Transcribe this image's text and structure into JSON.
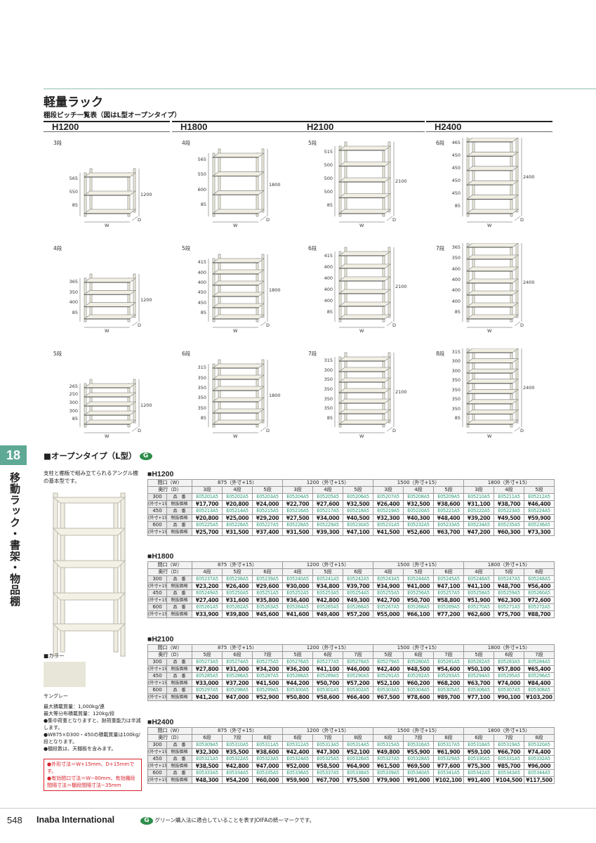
{
  "header": {
    "title": "軽量ラック",
    "subtitle": "棚段ピッチ一覧表（図はL型オープンタイプ）",
    "heights": [
      "H1200",
      "H1800",
      "H2100",
      "H2400"
    ]
  },
  "diagrams": [
    {
      "count": "3段",
      "height": "1200",
      "pitches": [
        "565",
        "550",
        "85"
      ]
    },
    {
      "count": "4段",
      "height": "1800",
      "pitches": [
        "565",
        "550",
        "600",
        "85"
      ]
    },
    {
      "count": "5段",
      "height": "2100",
      "pitches": [
        "515",
        "500",
        "500",
        "500",
        "85"
      ]
    },
    {
      "count": "6段",
      "height": "2400",
      "pitches": [
        "465",
        "450",
        "450",
        "450",
        "450",
        "85"
      ]
    },
    {
      "count": "4段",
      "height": "1200",
      "pitches": [
        "365",
        "350",
        "400",
        "85"
      ]
    },
    {
      "count": "5段",
      "height": "1800",
      "pitches": [
        "415",
        "400",
        "400",
        "450",
        "450",
        "85"
      ]
    },
    {
      "count": "6段",
      "height": "2100",
      "pitches": [
        "415",
        "400",
        "400",
        "400",
        "400",
        "85"
      ]
    },
    {
      "count": "7段",
      "height": "2400",
      "pitches": [
        "365",
        "350",
        "400",
        "400",
        "400",
        "400",
        "85"
      ]
    },
    {
      "count": "5段",
      "height": "1200",
      "pitches": [
        "265",
        "250",
        "300",
        "300",
        "85"
      ]
    },
    {
      "count": "6段",
      "height": "1800",
      "pitches": [
        "315",
        "350",
        "350",
        "350",
        "350",
        "85"
      ]
    },
    {
      "count": "7段",
      "height": "2100",
      "pitches": [
        "315",
        "300",
        "350",
        "350",
        "350",
        "350",
        "85"
      ]
    },
    {
      "count": "8段",
      "height": "2400",
      "pitches": [
        "315",
        "300",
        "300",
        "350",
        "350",
        "350",
        "350",
        "85"
      ]
    }
  ],
  "dim_labels": {
    "w": "W",
    "d": "D"
  },
  "side": {
    "number": "18",
    "label": "移動ラック・書架・物品棚"
  },
  "section": {
    "title": "■オープンタイプ（L型）",
    "g_mark": "G"
  },
  "intro": "支柱と棚板で組み立てられるアングル棚の基本型です。",
  "color": {
    "label": "■カラー",
    "name": "サングレー"
  },
  "specs": [
    "最大積載質量：1,000kg/連",
    "最大等分布積載質量：120kg/段",
    "●集中荷重となりますと、耐荷重能力は半減します。",
    "●W875×D300・450の積載質量は100kg/段となります。",
    "●棚段数は、天棚板を含みます。"
  ],
  "notes": [
    "●外形寸法＝W+15mm、D+15mmです。",
    "●有効間口寸法＝W−80mm、有効棚段間隔寸法＝棚段間隔寸法−35mm"
  ],
  "tables": [
    {
      "title": "■H1200",
      "widths": [
        "875（外寸+15）",
        "1200（外寸+15）",
        "1500（外寸+15）",
        "1800（外寸+15）"
      ],
      "tiers": [
        "3段",
        "4段",
        "5段"
      ],
      "rows": [
        {
          "depth": "300",
          "codes": [
            "E05201A5",
            "E05202A5",
            "E05203A5",
            "E05204A5",
            "E05205A5",
            "E05206A5",
            "E05207A5",
            "E05208A5",
            "E05209A5",
            "E05210A5",
            "E05211A5",
            "E05212A5"
          ],
          "prices": [
            "¥17,700",
            "¥20,800",
            "¥24,000",
            "¥22,700",
            "¥27,600",
            "¥32,500",
            "¥26,400",
            "¥32,500",
            "¥38,600",
            "¥31,100",
            "¥38,700",
            "¥46,400"
          ]
        },
        {
          "depth": "450",
          "codes": [
            "E05213A5",
            "E05214A5",
            "E05215A5",
            "E05216A5",
            "E05217A5",
            "E05218A5",
            "E05219A5",
            "E05220A5",
            "E05221A5",
            "E05222A5",
            "E05223A5",
            "E05224A5"
          ],
          "prices": [
            "¥20,800",
            "¥25,000",
            "¥29,200",
            "¥27,500",
            "¥34,000",
            "¥40,500",
            "¥32,300",
            "¥40,300",
            "¥48,400",
            "¥39,200",
            "¥49,500",
            "¥59,900"
          ]
        },
        {
          "depth": "600",
          "codes": [
            "E05225A5",
            "E05226A5",
            "E05227A5",
            "E05228A5",
            "E05229A5",
            "E05230A5",
            "E05231A5",
            "E05232A5",
            "E05233A5",
            "E05234A5",
            "E05235A5",
            "E05236A5"
          ],
          "prices": [
            "¥25,700",
            "¥31,500",
            "¥37,400",
            "¥31,500",
            "¥39,300",
            "¥47,100",
            "¥41,500",
            "¥52,600",
            "¥63,700",
            "¥47,200",
            "¥60,300",
            "¥73,300"
          ]
        }
      ]
    },
    {
      "title": "■H1800",
      "widths": [
        "875（外寸+15）",
        "1200（外寸+15）",
        "1500（外寸+15）",
        "1800（外寸+15）"
      ],
      "tiers": [
        "4段",
        "5段",
        "6段"
      ],
      "rows": [
        {
          "depth": "300",
          "codes": [
            "E05237A5",
            "E05238A5",
            "E05239A5",
            "E05240A5",
            "E05241A5",
            "E05242A5",
            "E05243A5",
            "E05244A5",
            "E05245A5",
            "E05246A5",
            "E05247A5",
            "E05248A5"
          ],
          "prices": [
            "¥23,200",
            "¥26,400",
            "¥29,600",
            "¥30,000",
            "¥34,800",
            "¥39,700",
            "¥34,900",
            "¥41,000",
            "¥47,100",
            "¥41,100",
            "¥48,700",
            "¥56,400"
          ]
        },
        {
          "depth": "450",
          "codes": [
            "E05249A5",
            "E05250A5",
            "E05251A5",
            "E05252A5",
            "E05253A5",
            "E05254A5",
            "E05255A5",
            "E05256A5",
            "E05257A5",
            "E05258A5",
            "E05259A5",
            "E05260A5"
          ],
          "prices": [
            "¥27,400",
            "¥31,600",
            "¥35,800",
            "¥36,400",
            "¥42,800",
            "¥49,300",
            "¥42,700",
            "¥50,700",
            "¥58,800",
            "¥51,900",
            "¥62,300",
            "¥72,600"
          ]
        },
        {
          "depth": "600",
          "codes": [
            "E05261A5",
            "E05262A5",
            "E05263A5",
            "E05264A5",
            "E05265A5",
            "E05266A5",
            "E05267A5",
            "E05268A5",
            "E05269A5",
            "E05270A5",
            "E05271A5",
            "E05272A5"
          ],
          "prices": [
            "¥33,900",
            "¥39,800",
            "¥45,600",
            "¥41,600",
            "¥49,400",
            "¥57,200",
            "¥55,000",
            "¥66,100",
            "¥77,200",
            "¥62,600",
            "¥75,700",
            "¥88,700"
          ]
        }
      ]
    },
    {
      "title": "■H2100",
      "widths": [
        "875（外寸+15）",
        "1200（外寸+15）",
        "1500（外寸+15）",
        "1800（外寸+15）"
      ],
      "tiers": [
        "5段",
        "6段",
        "7段"
      ],
      "rows": [
        {
          "depth": "300",
          "codes": [
            "E05273A5",
            "E05274A5",
            "E05275A5",
            "E05276A5",
            "E05277A5",
            "E05278A5",
            "E05279A5",
            "E05280A5",
            "E05281A5",
            "E05282A5",
            "E05283A5",
            "E05284A5"
          ],
          "prices": [
            "¥27,800",
            "¥31,000",
            "¥34,200",
            "¥36,200",
            "¥41,100",
            "¥46,000",
            "¥42,400",
            "¥48,500",
            "¥54,600",
            "¥50,100",
            "¥57,800",
            "¥65,400"
          ]
        },
        {
          "depth": "450",
          "codes": [
            "E05285A5",
            "E05286A5",
            "E05287A5",
            "E05288A5",
            "E05289A5",
            "E05290A5",
            "E05291A5",
            "E05292A5",
            "E05293A5",
            "E05294A5",
            "E05295A5",
            "E05296A5"
          ],
          "prices": [
            "¥33,000",
            "¥37,200",
            "¥41,500",
            "¥44,200",
            "¥50,700",
            "¥57,200",
            "¥52,100",
            "¥60,200",
            "¥68,200",
            "¥63,700",
            "¥74,000",
            "¥84,400"
          ]
        },
        {
          "depth": "600",
          "codes": [
            "E05297A5",
            "E05298A5",
            "E05299A5",
            "E05300A5",
            "E05301A5",
            "E05302A5",
            "E05303A5",
            "E05304A5",
            "E05305A5",
            "E05306A5",
            "E05307A5",
            "E05308A5"
          ],
          "prices": [
            "¥41,200",
            "¥47,000",
            "¥52,900",
            "¥50,800",
            "¥58,600",
            "¥66,400",
            "¥67,500",
            "¥78,600",
            "¥89,700",
            "¥77,100",
            "¥90,100",
            "¥103,200"
          ]
        }
      ]
    },
    {
      "title": "■H2400",
      "widths": [
        "875（外寸+15）",
        "1200（外寸+15）",
        "1500（外寸+15）",
        "1800（外寸+15）"
      ],
      "tiers": [
        "6段",
        "7段",
        "8段"
      ],
      "rows": [
        {
          "depth": "300",
          "codes": [
            "E05309A5",
            "E05310A5",
            "E05311A5",
            "E05312A5",
            "E05313A5",
            "E05314A5",
            "E05315A5",
            "E05316A5",
            "E05317A5",
            "E05318A5",
            "E05319A5",
            "E05320A5"
          ],
          "prices": [
            "¥32,300",
            "¥35,500",
            "¥38,600",
            "¥42,400",
            "¥47,300",
            "¥52,100",
            "¥49,800",
            "¥55,900",
            "¥61,900",
            "¥59,100",
            "¥66,700",
            "¥74,400"
          ]
        },
        {
          "depth": "450",
          "codes": [
            "E05321A5",
            "E05322A5",
            "E05323A5",
            "E05324A5",
            "E05325A5",
            "E05326A5",
            "E05327A5",
            "E05328A5",
            "E05329A5",
            "E05330A5",
            "E05331A5",
            "E05332A5"
          ],
          "prices": [
            "¥38,500",
            "¥42,800",
            "¥47,000",
            "¥52,000",
            "¥58,500",
            "¥64,900",
            "¥61,500",
            "¥69,500",
            "¥77,600",
            "¥75,300",
            "¥85,700",
            "¥96,000"
          ]
        },
        {
          "depth": "600",
          "codes": [
            "E05333A5",
            "E05334A5",
            "E05335A5",
            "E05336A5",
            "E05337A5",
            "E05338A5",
            "E05339A5",
            "E05340A5",
            "E05341A5",
            "E05342A5",
            "E05343A5",
            "E05344A5"
          ],
          "prices": [
            "¥48,300",
            "¥54,200",
            "¥60,000",
            "¥59,900",
            "¥67,700",
            "¥75,500",
            "¥79,900",
            "¥91,000",
            "¥102,100",
            "¥91,400",
            "¥104,500",
            "¥117,500"
          ]
        }
      ]
    }
  ],
  "table_labels": {
    "width": "間口（W）",
    "depth": "奥行（D）",
    "code": "品　番",
    "price": "税抜価格",
    "ext": "(外寸+15)"
  },
  "footer": {
    "page": "548",
    "brand": "Inaba International",
    "note": "グリーン購入法に適合していることを表すJOIFAの統一マークです。"
  },
  "colors": {
    "accent": "#5ea996",
    "code": "#2b9a7a",
    "note_red": "#d8202a",
    "g_green": "#2c8d4a"
  }
}
